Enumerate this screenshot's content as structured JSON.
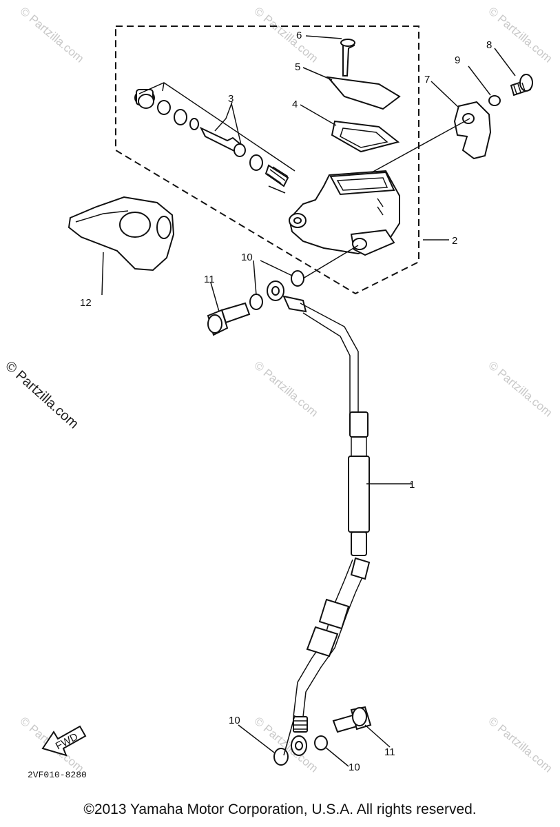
{
  "callouts": {
    "c1": "1",
    "c2": "2",
    "c3": "3",
    "c4": "4",
    "c5": "5",
    "c6": "6",
    "c7": "7",
    "c8": "8",
    "c9": "9",
    "c10a": "10",
    "c10b": "10",
    "c10c": "10",
    "c11a": "11",
    "c11b": "11",
    "c12": "12"
  },
  "fwd_label": "FWD",
  "diagram_code": "2VF010-8280",
  "watermark": "© Partzilla.com",
  "copyright": "©2013 Yamaha Motor Corporation, U.S.A. All rights reserved."
}
